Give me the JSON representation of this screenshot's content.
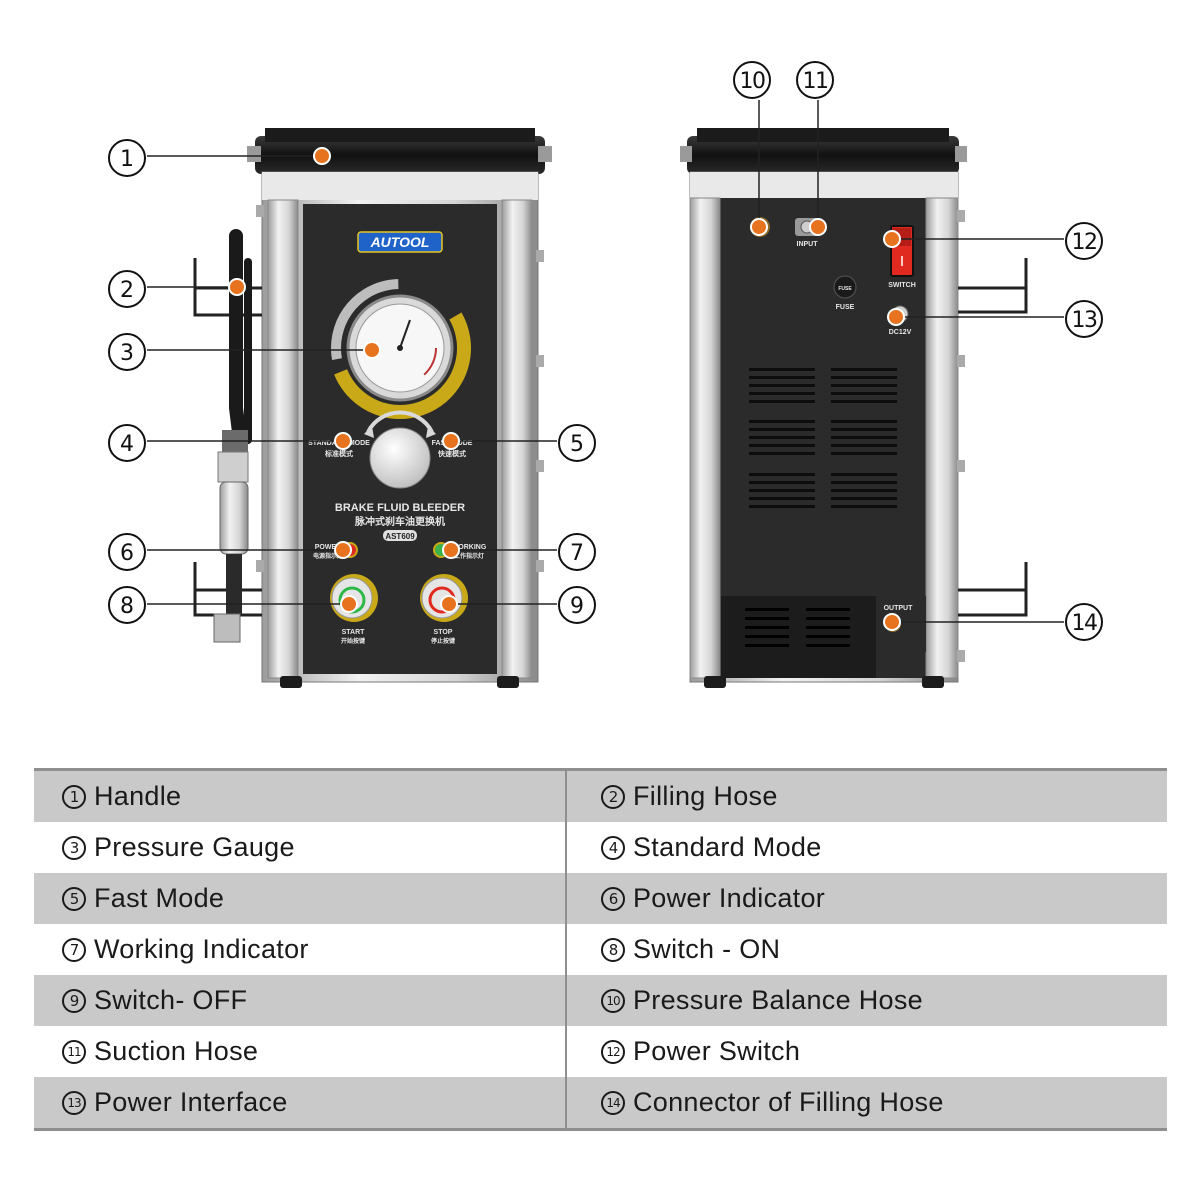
{
  "front_panel": {
    "brand": "AUTOOL",
    "product_title": "BRAKE FLUID BLEEDER",
    "product_title_cn": "脉冲式刹车油更换机",
    "model": "AST609",
    "standard_mode_label": "STANDARD MODE",
    "standard_mode_cn": "标准模式",
    "fast_mode_label": "FAST MODE",
    "fast_mode_cn": "快速模式",
    "power_label": "POWER",
    "power_cn": "电源指示灯",
    "working_label": "WORKING",
    "working_cn": "工作指示灯",
    "start_label": "START",
    "start_cn": "开始按键",
    "stop_label": "STOP",
    "stop_cn": "停止按键"
  },
  "rear_panel": {
    "input_label": "INPUT",
    "fuse_label": "FUSE",
    "fuse_cap_label": "FUSE",
    "switch_label": "SWITCH",
    "dc_label": "DC12V",
    "output_label": "OUTPUT"
  },
  "callouts": [
    {
      "num": "1",
      "label": "Handle"
    },
    {
      "num": "2",
      "label": "Filling Hose"
    },
    {
      "num": "3",
      "label": "Pressure Gauge"
    },
    {
      "num": "4",
      "label": "Standard Mode"
    },
    {
      "num": "5",
      "label": "Fast Mode"
    },
    {
      "num": "6",
      "label": "Power Indicator"
    },
    {
      "num": "7",
      "label": "Working Indicator"
    },
    {
      "num": "8",
      "label": "Switch - ON"
    },
    {
      "num": "9",
      "label": "Switch- OFF"
    },
    {
      "num": "10",
      "label": "Pressure Balance Hose"
    },
    {
      "num": "11",
      "label": "Suction Hose"
    },
    {
      "num": "12",
      "label": "Power Switch"
    },
    {
      "num": "13",
      "label": "Power Interface"
    },
    {
      "num": "14",
      "label": "Connector of Filling Hose"
    }
  ],
  "colors": {
    "accent": "#e8731f",
    "panel": "#2b2b2b",
    "gauge_ring": "#c9a918",
    "table_shade": "#c9c9c9"
  }
}
